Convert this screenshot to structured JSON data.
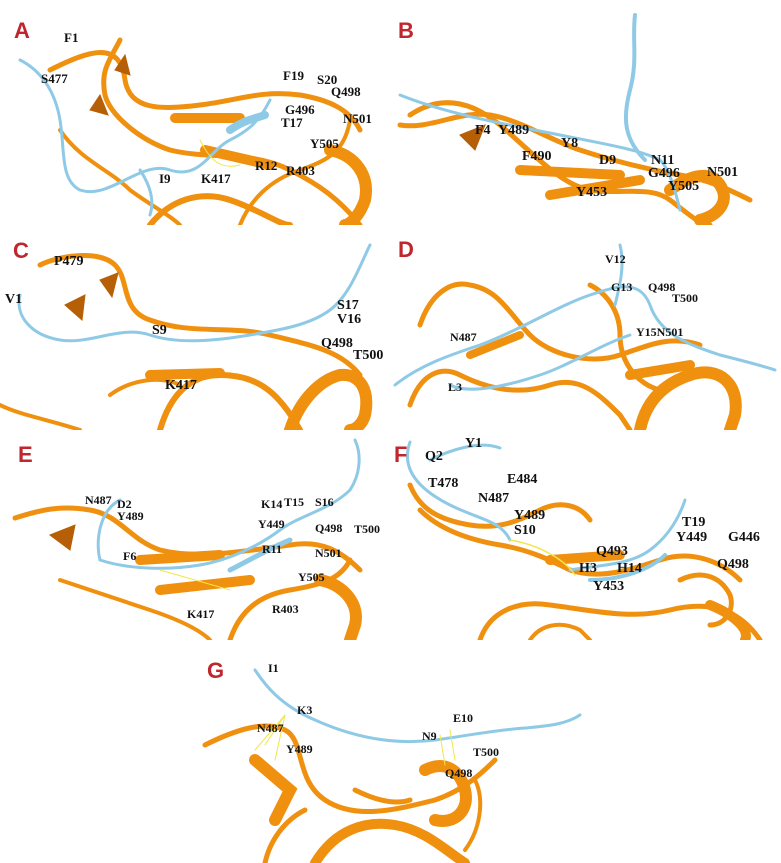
{
  "colors": {
    "protein": "#f0900f",
    "protein_dark": "#b65f06",
    "peptide": "#8ec9e6",
    "label_panel": "#c0262d",
    "hbond": "#f2e64a"
  },
  "panels": [
    {
      "id": "A",
      "letter": "A",
      "labels": [
        "F1",
        "S477",
        "F19",
        "S20",
        "Q498",
        "G496",
        "T17",
        "N501",
        "Y505",
        "R12",
        "R403",
        "I9",
        "K417"
      ]
    },
    {
      "id": "B",
      "letter": "B",
      "labels": [
        "F4",
        "Y489",
        "Y8",
        "F490",
        "D9",
        "N11",
        "G496",
        "N501",
        "Y505",
        "Y453"
      ]
    },
    {
      "id": "C",
      "letter": "C",
      "labels": [
        "P479",
        "V1",
        "S17",
        "V16",
        "S9",
        "Q498",
        "T500",
        "K417"
      ]
    },
    {
      "id": "D",
      "letter": "D",
      "labels": [
        "V12",
        "G13",
        "Q498",
        "T500",
        "N487",
        "Y15N501",
        "L3"
      ]
    },
    {
      "id": "E",
      "letter": "E",
      "labels": [
        "N487",
        "D2",
        "Y489",
        "K14",
        "T15",
        "S16",
        "Y449",
        "Q498",
        "T500",
        "F6",
        "R11",
        "N501",
        "Y505",
        "K417",
        "R403"
      ]
    },
    {
      "id": "F",
      "letter": "F",
      "labels": [
        "Q2",
        "Y1",
        "T478",
        "E484",
        "N487",
        "Y489",
        "S10",
        "T19",
        "Y449",
        "G446",
        "Q493",
        "H3",
        "H14",
        "Q498",
        "Y453"
      ]
    },
    {
      "id": "G",
      "letter": "G",
      "labels": [
        "I1",
        "K3",
        "N487",
        "Y489",
        "E10",
        "N9",
        "T500",
        "Q498"
      ]
    }
  ]
}
